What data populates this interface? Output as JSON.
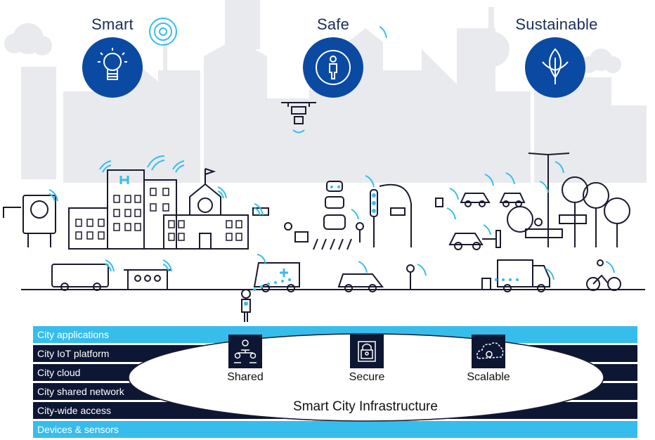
{
  "pillars": [
    {
      "title": "Smart",
      "icon": "light-bulb-icon"
    },
    {
      "title": "Safe",
      "icon": "person-icon"
    },
    {
      "title": "Sustainable",
      "icon": "leaf-icon"
    }
  ],
  "layers": [
    {
      "label": "City applications",
      "style": "light"
    },
    {
      "label": "City IoT platform",
      "style": "dark"
    },
    {
      "label": "City cloud",
      "style": "dark"
    },
    {
      "label": "City shared network",
      "style": "dark"
    },
    {
      "label": "City-wide access",
      "style": "dark"
    },
    {
      "label": "Devices & sensors",
      "style": "light"
    }
  ],
  "features": [
    {
      "label": "Shared",
      "icon": "people-network-icon"
    },
    {
      "label": "Secure",
      "icon": "lock-icon"
    },
    {
      "label": "Scalable",
      "icon": "cloud-icon"
    }
  ],
  "infrastructure": {
    "label": "Smart City Infrastructure"
  },
  "colors": {
    "navy": "#0b4aa2",
    "dark_bar": "#0d1633",
    "light_bar": "#36bdec",
    "signal": "#36bdec",
    "skyline": "#e9eaee"
  }
}
